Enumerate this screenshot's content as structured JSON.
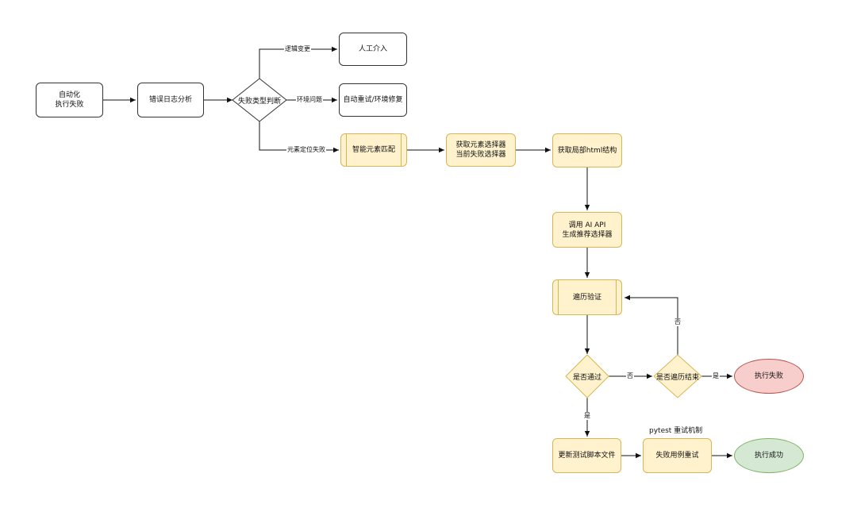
{
  "nodes": {
    "start": "自动化\n执行失败",
    "log_analysis": "错误日志分析",
    "failure_type": "失败类型判断",
    "manual": "人工介入",
    "auto_retry": "自动重试/环境修复",
    "smart_match": "智能元素匹配",
    "get_selectors": "获取元素选择器\n当前失败选择器",
    "get_html": "获取局部html结构",
    "call_ai": "调用 AI API\n生成推荐选择器",
    "iterate": "遍历验证",
    "passed": "是否通过",
    "iter_done": "是否遍历结束",
    "exec_fail": "执行失败",
    "update_script": "更新测试脚本文件",
    "retry_case": "失败用例重试",
    "exec_success": "执行成功"
  },
  "edge_labels": {
    "logic_change": "逻辑变更",
    "env_issue": "环境问题",
    "locate_fail": "元素定位失败",
    "no_1": "否",
    "no_2": "否",
    "yes_1": "是",
    "yes_2": "是"
  },
  "annotation": "pytest 重试机制"
}
